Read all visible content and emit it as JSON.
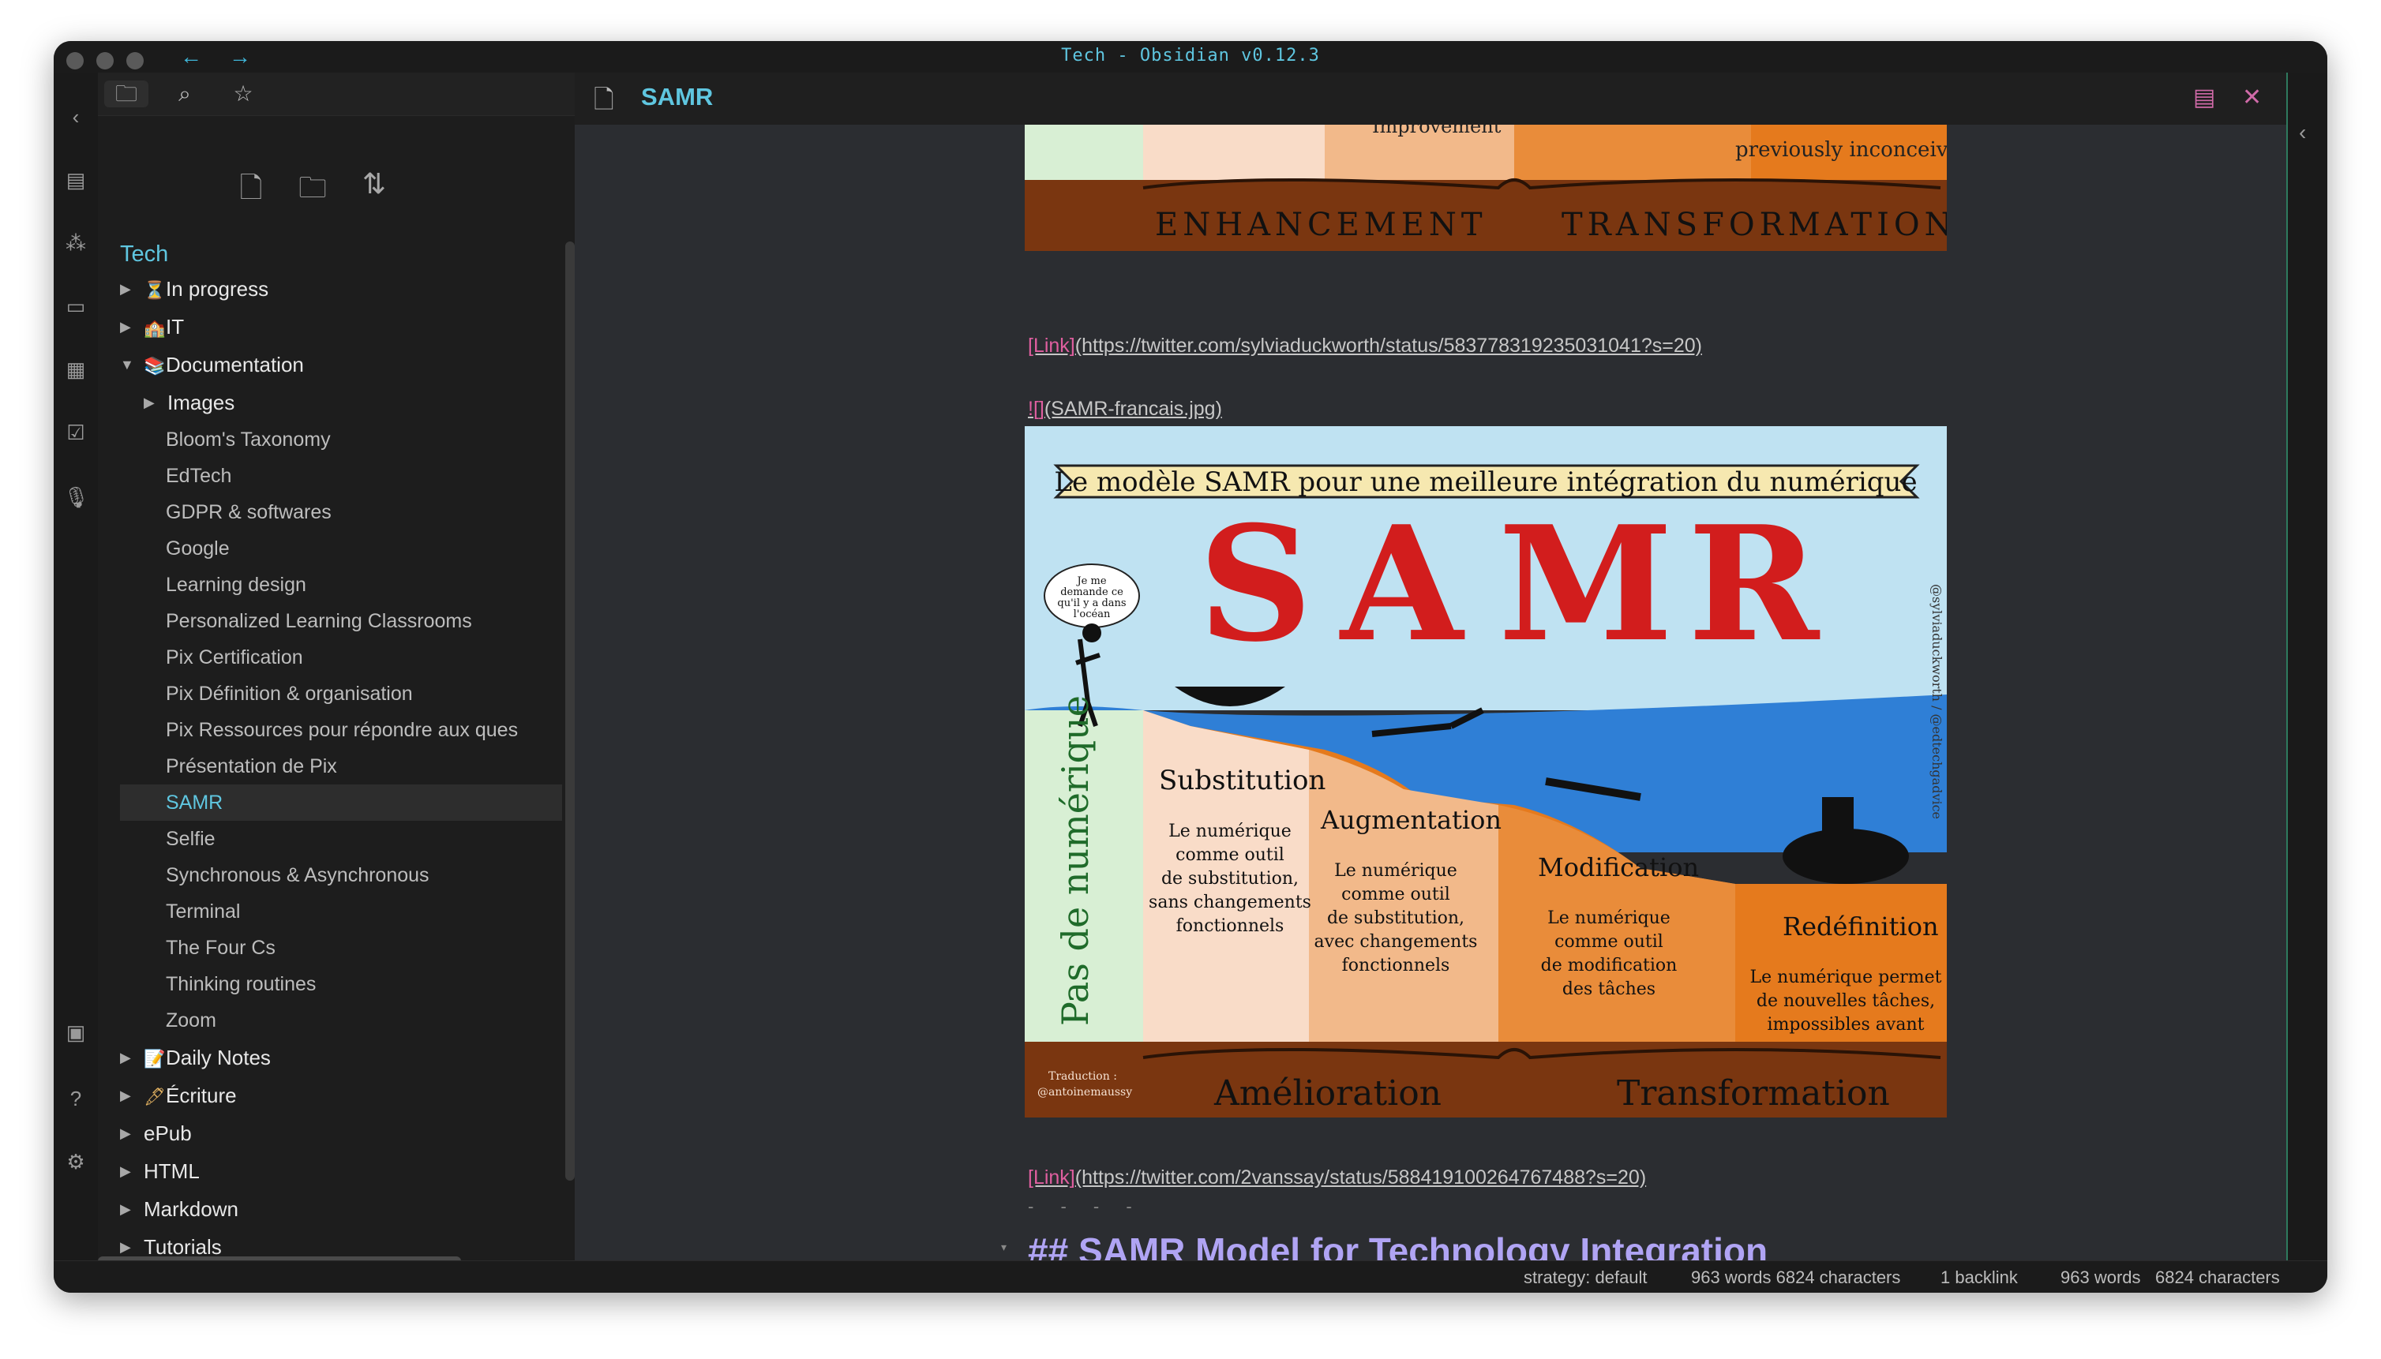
{
  "window": {
    "title": "Tech - Obsidian v0.12.3"
  },
  "sidebar": {
    "vault_name": "Tech",
    "tabs": [
      "file-explorer",
      "search",
      "starred"
    ],
    "tree": [
      {
        "type": "folder",
        "label": "In progress",
        "emoji": "⏳",
        "expanded": false,
        "depth": 0
      },
      {
        "type": "folder",
        "label": "IT",
        "emoji": "🏫",
        "expanded": false,
        "depth": 0
      },
      {
        "type": "folder",
        "label": "Documentation",
        "emoji": "📚",
        "expanded": true,
        "depth": 0
      },
      {
        "type": "folder",
        "label": "Images",
        "emoji": "",
        "expanded": false,
        "depth": 1
      },
      {
        "type": "note",
        "label": "Bloom's Taxonomy",
        "depth": 1
      },
      {
        "type": "note",
        "label": "EdTech",
        "depth": 1
      },
      {
        "type": "note",
        "label": "GDPR & softwares",
        "depth": 1
      },
      {
        "type": "note",
        "label": "Google",
        "depth": 1
      },
      {
        "type": "note",
        "label": "Learning design",
        "depth": 1
      },
      {
        "type": "note",
        "label": "Personalized Learning Classrooms",
        "depth": 1
      },
      {
        "type": "note",
        "label": "Pix Certification",
        "depth": 1
      },
      {
        "type": "note",
        "label": "Pix Définition & organisation",
        "depth": 1
      },
      {
        "type": "note",
        "label": "Pix Ressources pour répondre aux ques",
        "depth": 1
      },
      {
        "type": "note",
        "label": "Présentation de Pix",
        "depth": 1
      },
      {
        "type": "note",
        "label": "SAMR",
        "depth": 1,
        "active": true
      },
      {
        "type": "note",
        "label": "Selfie",
        "depth": 1
      },
      {
        "type": "note",
        "label": "Synchronous & Asynchronous",
        "depth": 1
      },
      {
        "type": "note",
        "label": "Terminal",
        "depth": 1
      },
      {
        "type": "note",
        "label": "The Four Cs",
        "depth": 1
      },
      {
        "type": "note",
        "label": "Thinking routines",
        "depth": 1
      },
      {
        "type": "note",
        "label": "Zoom",
        "depth": 1
      },
      {
        "type": "folder",
        "label": "Daily Notes",
        "emoji": "📝",
        "expanded": false,
        "depth": 0
      },
      {
        "type": "folder",
        "label": "Écriture",
        "emoji": "🖋",
        "expanded": false,
        "depth": 0
      },
      {
        "type": "folder",
        "label": "ePub",
        "emoji": "",
        "expanded": false,
        "depth": 0
      },
      {
        "type": "folder",
        "label": "HTML",
        "emoji": "",
        "expanded": false,
        "depth": 0
      },
      {
        "type": "folder",
        "label": "Markdown",
        "emoji": "",
        "expanded": false,
        "depth": 0
      },
      {
        "type": "folder",
        "label": "Tutorials",
        "emoji": "",
        "expanded": false,
        "depth": 0
      }
    ]
  },
  "editor": {
    "title": "SAMR",
    "link1_label": "[Link]",
    "link1_url": "(https://twitter.com/sylviaduckworth/status/583778319235031041?s=20)",
    "embed_prefix": "!",
    "embed_brackets": "[]",
    "embed_target": "(SAMR-francais.jpg)",
    "link2_label": "[Link]",
    "link2_url": "(https://twitter.com/2vanssay/status/588419100264767488?s=20)",
    "hr": "- - - -",
    "heading_hash": "##",
    "heading_text": "SAMR Model for Technology Integration",
    "image_top": {
      "caption_right": "previously inconceivable",
      "partial_word": "Improvement",
      "band_left": "ENHANCEMENT",
      "band_right": "TRANSFORMATION"
    },
    "image_samr": {
      "banner": "Le modèle SAMR pour une meilleure intégration du numérique",
      "letters": [
        "S",
        "A",
        "M",
        "R"
      ],
      "bubble": "Je me demande ce qu'il y a dans l'océan",
      "vertical_left": "Pas de numérique",
      "credit_right": "@sylviaduckworth / @edtechgadvice",
      "credit_left_1": "Traduction :",
      "credit_left_2": "@antoinemaussy",
      "stages": [
        {
          "title": "Substitution",
          "text": [
            "Le numérique",
            "comme outil",
            "de substitution,",
            "sans changements",
            "fonctionnels"
          ]
        },
        {
          "title": "Augmentation",
          "text": [
            "Le numérique",
            "comme outil",
            "de substitution,",
            "avec changements",
            "fonctionnels"
          ]
        },
        {
          "title": "Modification",
          "text": [
            "Le numérique",
            "comme outil",
            "de modification",
            "des tâches"
          ]
        },
        {
          "title": "Redéfinition",
          "text": [
            "Le numérique permet",
            "de nouvelles tâches,",
            "impossibles avant"
          ]
        }
      ],
      "bottom_left": "Amélioration",
      "bottom_right": "Transformation"
    }
  },
  "status": {
    "strategy": "strategy: default",
    "words_chars": "963 words 6824 characters",
    "backlinks": "1 backlink",
    "words": "963 words",
    "chars": "6824 characters"
  },
  "colors": {
    "accent": "#5fc6e0",
    "heading": "#b0a4f4",
    "link_bracket": "#e05fa0"
  }
}
